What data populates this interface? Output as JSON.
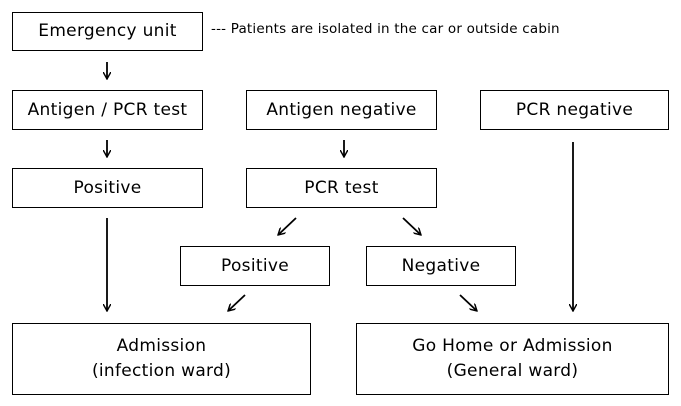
{
  "nodes": {
    "emergency_unit": "Emergency unit",
    "antigen_pcr_test": "Antigen / PCR test",
    "antigen_negative": "Antigen negative",
    "pcr_negative": "PCR negative",
    "positive_top": "Positive",
    "pcr_test": "PCR test",
    "positive_mid": "Positive",
    "negative_mid": "Negative",
    "admission": {
      "line1": "Admission",
      "line2": "(infection ward)"
    },
    "go_home": {
      "line1": "Go Home or Admission",
      "line2": "(General ward)"
    }
  },
  "annotation": "--- Patients are isolated in the car or outside cabin",
  "edges": [
    {
      "from": "emergency_unit",
      "to": "antigen_pcr_test"
    },
    {
      "from": "antigen_pcr_test",
      "to": "positive_top"
    },
    {
      "from": "positive_top",
      "to": "admission"
    },
    {
      "from": "antigen_negative",
      "to": "pcr_test"
    },
    {
      "from": "pcr_test",
      "to": "positive_mid"
    },
    {
      "from": "pcr_test",
      "to": "negative_mid"
    },
    {
      "from": "positive_mid",
      "to": "admission"
    },
    {
      "from": "negative_mid",
      "to": "go_home"
    },
    {
      "from": "pcr_negative",
      "to": "go_home"
    }
  ]
}
